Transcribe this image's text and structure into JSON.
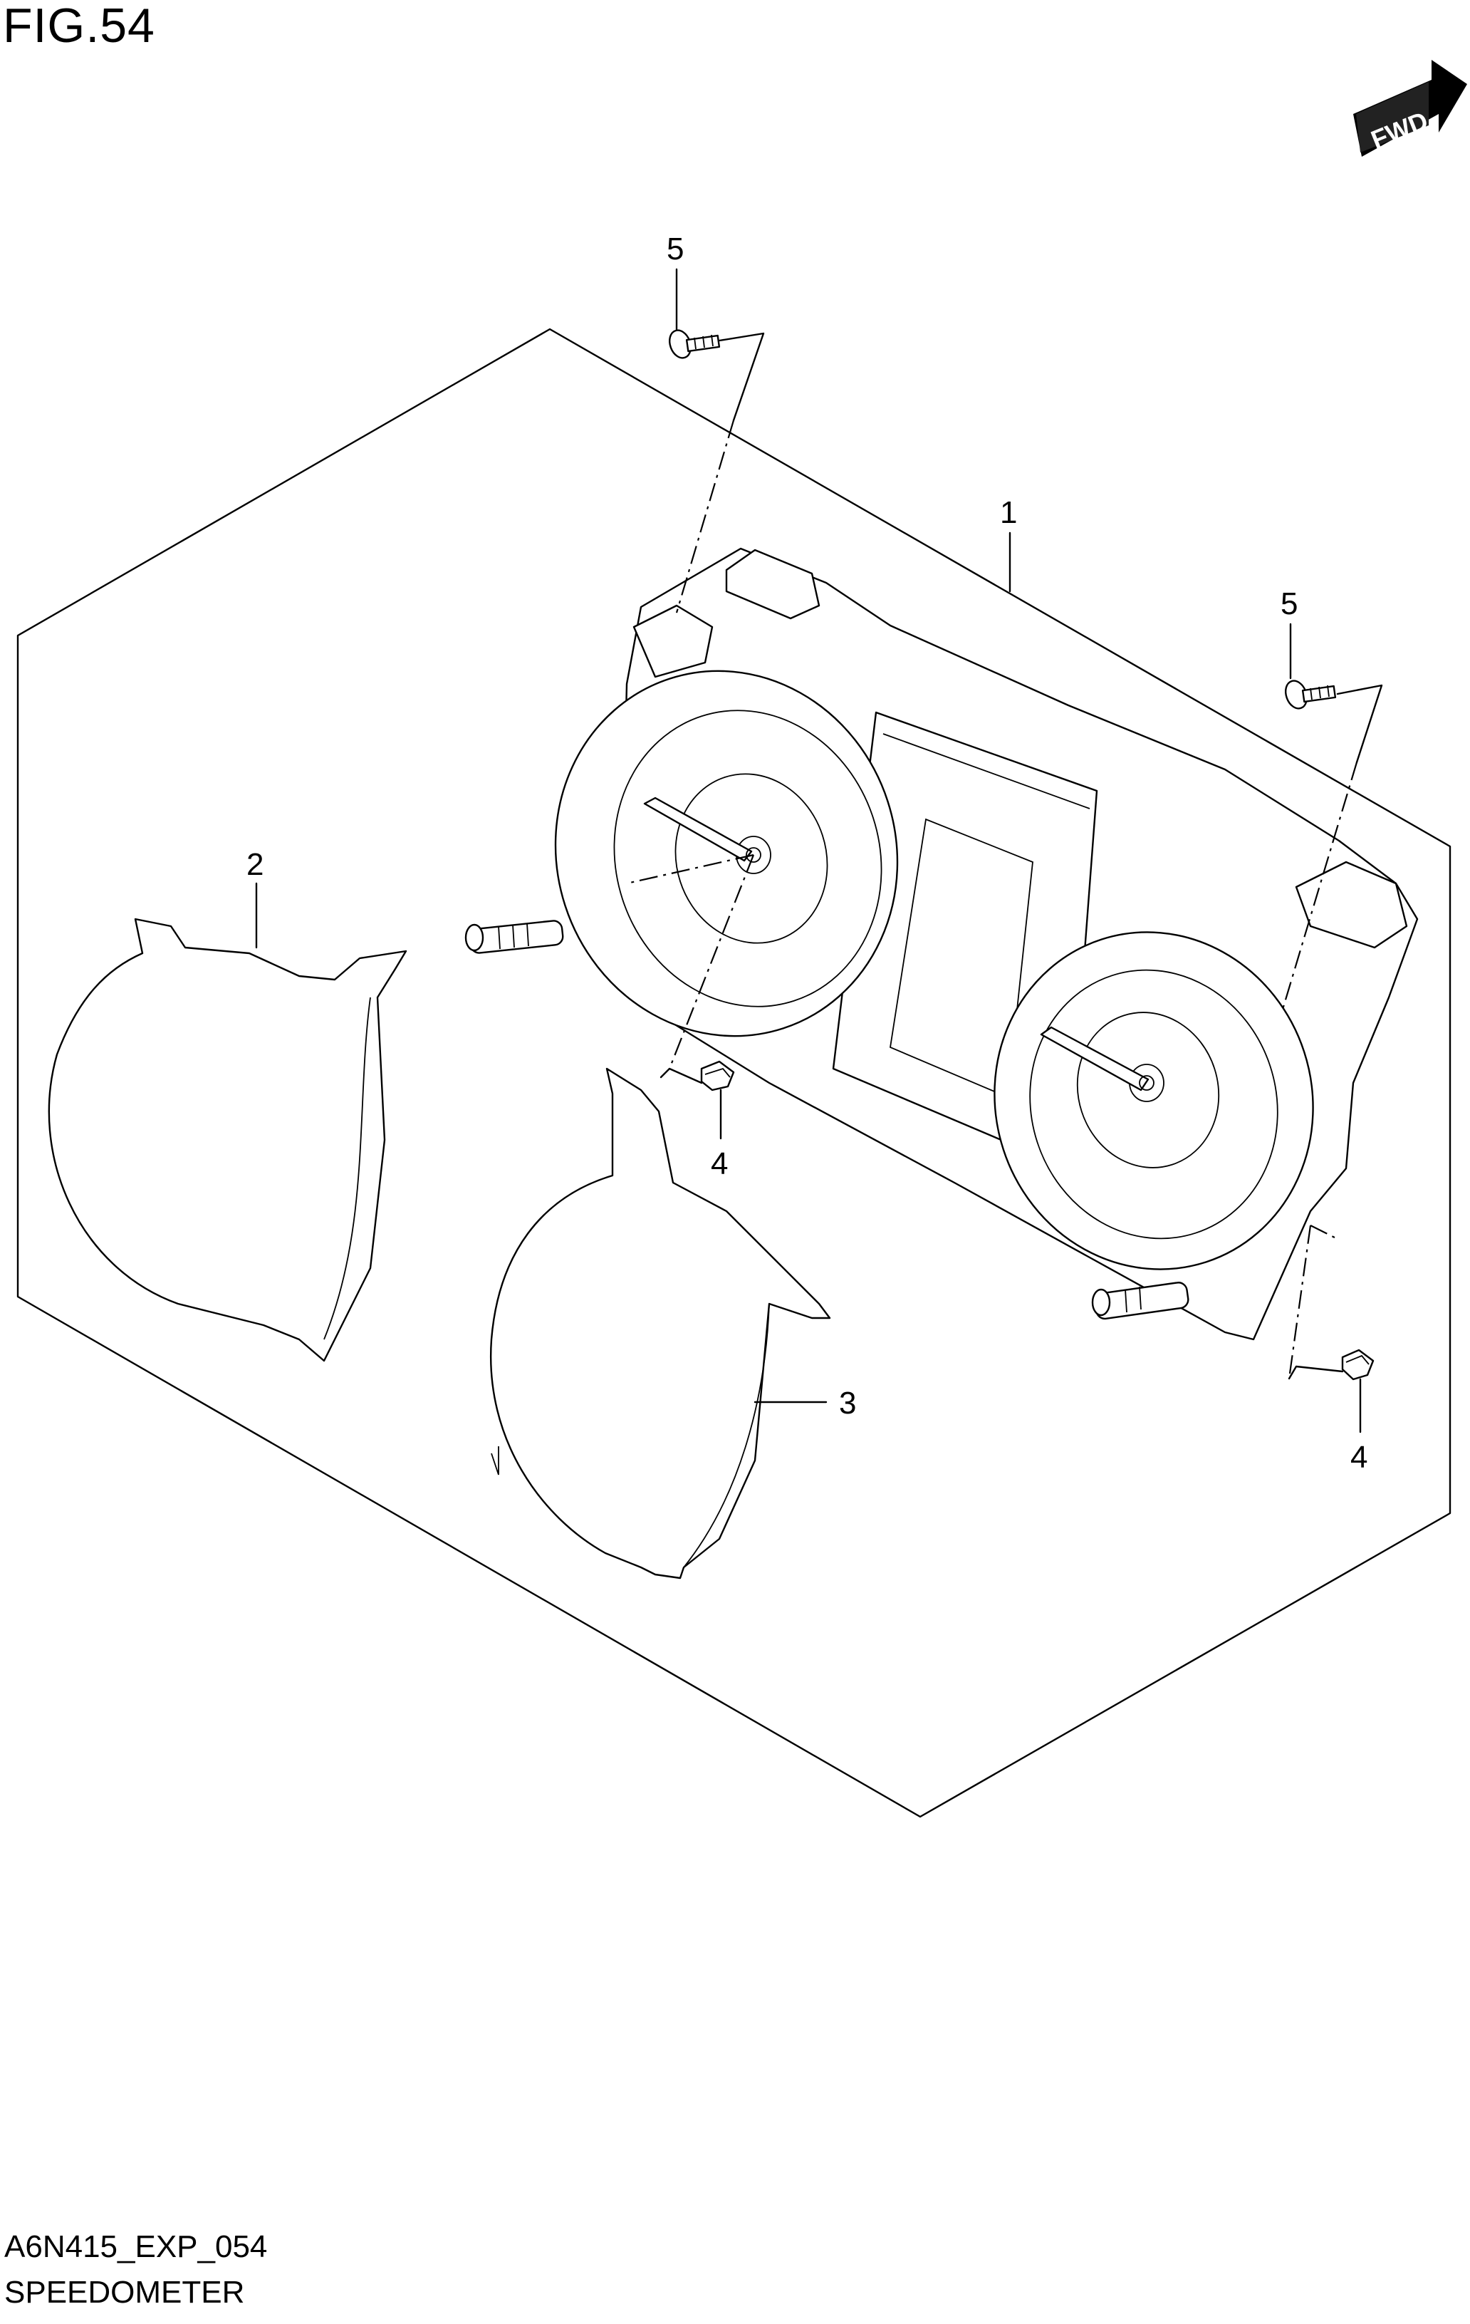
{
  "figure": {
    "title": "FIG.54"
  },
  "direction_badge": {
    "label": "FWD"
  },
  "callouts": [
    {
      "id": "callout-1",
      "label": "1"
    },
    {
      "id": "callout-2",
      "label": "2"
    },
    {
      "id": "callout-3",
      "label": "3"
    },
    {
      "id": "callout-4a",
      "label": "4"
    },
    {
      "id": "callout-4b",
      "label": "4"
    },
    {
      "id": "callout-5a",
      "label": "5"
    },
    {
      "id": "callout-5b",
      "label": "5"
    }
  ],
  "footer": {
    "code": "A6N415_EXP_054",
    "name": "SPEEDOMETER"
  }
}
